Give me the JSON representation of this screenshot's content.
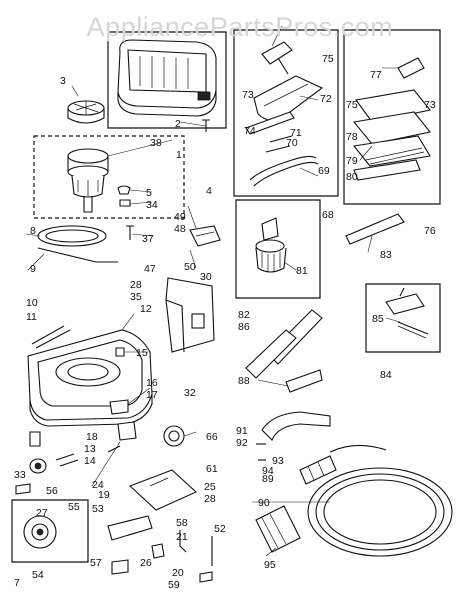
{
  "watermark": "AppliancePartsPros.com",
  "part_numbers": {
    "p1": "1",
    "p2": "2",
    "p3": "3",
    "p4": "4",
    "p5": "5",
    "p7": "7",
    "p8": "8",
    "p9": "9",
    "p10": "10",
    "p11": "11",
    "p12": "12",
    "p13": "13",
    "p14": "14",
    "p15": "15",
    "p16": "16",
    "p17": "17",
    "p18": "18",
    "p19": "19",
    "p20": "20",
    "p21": "21",
    "p24": "24",
    "p25": "25",
    "p26": "26",
    "p27": "27",
    "p28a": "28",
    "p28b": "28",
    "p30": "30",
    "p32": "32",
    "p33": "33",
    "p34": "34",
    "p35": "35",
    "p37": "37",
    "p38": "38",
    "p47": "47",
    "p48": "48",
    "p49": "49",
    "p50": "50",
    "p52": "52",
    "p53": "53",
    "p54": "54",
    "p55": "55",
    "p56": "56",
    "p57": "57",
    "p58": "58",
    "p59": "59",
    "p61": "61",
    "p66": "66",
    "p68": "68",
    "p69": "69",
    "p70": "70",
    "p71": "71",
    "p72": "72",
    "p73a": "73",
    "p73b": "73",
    "p74": "74",
    "p75a": "75",
    "p75b": "75",
    "p76": "76",
    "p77": "77",
    "p78": "78",
    "p79": "79",
    "p80": "80",
    "p81": "81",
    "p82": "82",
    "p83": "83",
    "p84": "84",
    "p85": "85",
    "p86": "86",
    "p88": "88",
    "p89": "89",
    "p90": "90",
    "p91": "91",
    "p92": "92",
    "p93": "93",
    "p94": "94",
    "p95": "95"
  }
}
